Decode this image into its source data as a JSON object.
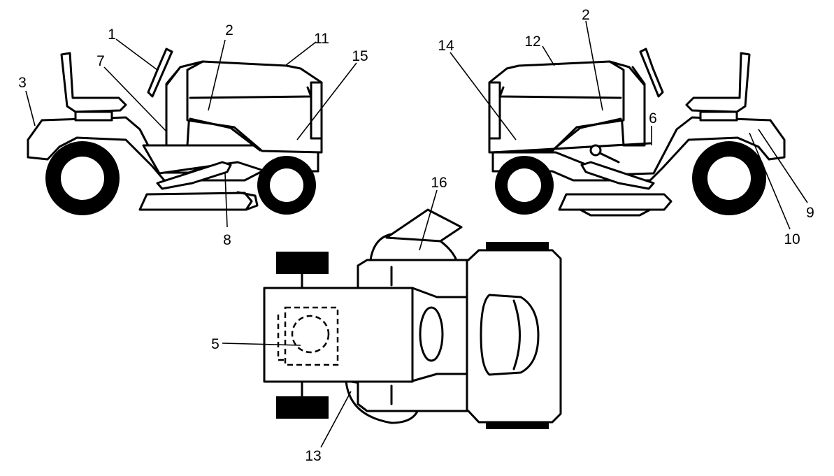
{
  "callouts": {
    "c1": "1",
    "c2a": "2",
    "c2b": "2",
    "c3": "3",
    "c5": "5",
    "c6": "6",
    "c7": "7",
    "c8": "8",
    "c9": "9",
    "c10": "10",
    "c11": "11",
    "c12": "12",
    "c13": "13",
    "c14": "14",
    "c15": "15",
    "c16": "16"
  }
}
